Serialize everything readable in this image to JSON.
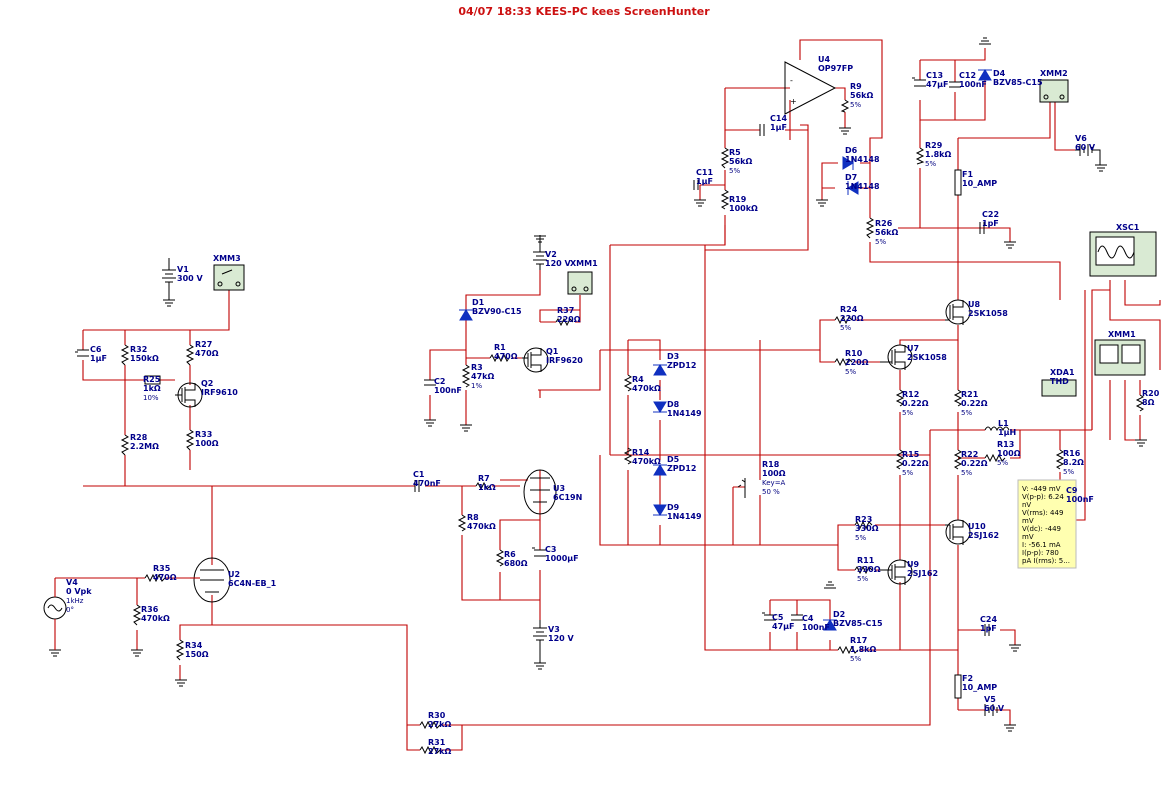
{
  "header": {
    "title": "04/07 18:33 KEES-PC kees ScreenHunter"
  },
  "components": [
    {
      "ref": "V1",
      "value": "300 V"
    },
    {
      "ref": "XMM3",
      "value": ""
    },
    {
      "ref": "C6",
      "value": "1µF"
    },
    {
      "ref": "R32",
      "value": "150kΩ"
    },
    {
      "ref": "R27",
      "value": "470Ω"
    },
    {
      "ref": "R25",
      "value": "1kΩ",
      "extra": "10%"
    },
    {
      "ref": "Q2",
      "value": "IRF9610"
    },
    {
      "ref": "R33",
      "value": "100Ω"
    },
    {
      "ref": "R28",
      "value": "2.2MΩ"
    },
    {
      "ref": "V4",
      "value": "0 Vpk",
      "extra": "1kHz",
      "extra2": "0°"
    },
    {
      "ref": "R35",
      "value": "470Ω"
    },
    {
      "ref": "R36",
      "value": "470kΩ"
    },
    {
      "ref": "U2",
      "value": "6C4N-EB_1"
    },
    {
      "ref": "R34",
      "value": "150Ω"
    },
    {
      "ref": "C1",
      "value": "470nF"
    },
    {
      "ref": "R7",
      "value": "1kΩ"
    },
    {
      "ref": "U3",
      "value": "6C19N"
    },
    {
      "ref": "R8",
      "value": "470kΩ"
    },
    {
      "ref": "R6",
      "value": "680Ω"
    },
    {
      "ref": "C3",
      "value": "1000µF"
    },
    {
      "ref": "V3",
      "value": "120 V"
    },
    {
      "ref": "V2",
      "value": "120 V"
    },
    {
      "ref": "XMM1",
      "value": ""
    },
    {
      "ref": "D1",
      "value": "BZV90-C15"
    },
    {
      "ref": "R37",
      "value": "220Ω"
    },
    {
      "ref": "R1",
      "value": "470Ω"
    },
    {
      "ref": "Q1",
      "value": "IRF9620"
    },
    {
      "ref": "R3",
      "value": "47kΩ",
      "extra": "1%"
    },
    {
      "ref": "C2",
      "value": "100nF"
    },
    {
      "ref": "R30",
      "value": "27kΩ"
    },
    {
      "ref": "R31",
      "value": "27kΩ"
    },
    {
      "ref": "U4",
      "value": "OP97FP"
    },
    {
      "ref": "R9",
      "value": "56kΩ",
      "extra": "5%"
    },
    {
      "ref": "C14",
      "value": "1µF"
    },
    {
      "ref": "R5",
      "value": "56kΩ",
      "extra": "5%"
    },
    {
      "ref": "C11",
      "value": "1µF"
    },
    {
      "ref": "R19",
      "value": "100kΩ"
    },
    {
      "ref": "D6",
      "value": "1N4148"
    },
    {
      "ref": "D7",
      "value": "1N4148"
    },
    {
      "ref": "R26",
      "value": "56kΩ",
      "extra": "5%"
    },
    {
      "ref": "C13",
      "value": "47µF"
    },
    {
      "ref": "C12",
      "value": "100nF"
    },
    {
      "ref": "D4",
      "value": "BZV85-C15"
    },
    {
      "ref": "R29",
      "value": "1.8kΩ",
      "extra": "5%"
    },
    {
      "ref": "XMM2",
      "value": ""
    },
    {
      "ref": "V6",
      "value": "60 V"
    },
    {
      "ref": "F1",
      "value": "10_AMP"
    },
    {
      "ref": "C22",
      "value": "1pF"
    },
    {
      "ref": "XSC1",
      "value": ""
    },
    {
      "ref": "R4",
      "value": "470kΩ"
    },
    {
      "ref": "D3",
      "value": "ZPD12"
    },
    {
      "ref": "D8",
      "value": "1N4149"
    },
    {
      "ref": "R14",
      "value": "470kΩ"
    },
    {
      "ref": "D5",
      "value": "ZPD12"
    },
    {
      "ref": "D9",
      "value": "1N4149"
    },
    {
      "ref": "R18",
      "value": "100Ω",
      "extra": "Key=A",
      "extra2": "50 %"
    },
    {
      "ref": "R24",
      "value": "220Ω",
      "extra": "5%"
    },
    {
      "ref": "R10",
      "value": "220Ω",
      "extra": "5%"
    },
    {
      "ref": "U8",
      "value": "2SK1058"
    },
    {
      "ref": "U7",
      "value": "2SK1058"
    },
    {
      "ref": "R12",
      "value": "0.22Ω",
      "extra": "5%"
    },
    {
      "ref": "R21",
      "value": "0.22Ω",
      "extra": "5%"
    },
    {
      "ref": "XMM1",
      "value": ""
    },
    {
      "ref": "XDA1",
      "value": "THD"
    },
    {
      "ref": "R20",
      "value": "8Ω"
    },
    {
      "ref": "L1",
      "value": "1µH"
    },
    {
      "ref": "R13",
      "value": "100Ω",
      "extra": "5%"
    },
    {
      "ref": "R16",
      "value": "8.2Ω",
      "extra": "5%"
    },
    {
      "ref": "C9",
      "value": "100nF"
    },
    {
      "ref": "R15",
      "value": "0.22Ω",
      "extra": "5%"
    },
    {
      "ref": "R22",
      "value": "0.22Ω",
      "extra": "5%"
    },
    {
      "ref": "R23",
      "value": "330Ω",
      "extra": "5%"
    },
    {
      "ref": "U10",
      "value": "2SJ162"
    },
    {
      "ref": "R11",
      "value": "330Ω",
      "extra": "5%"
    },
    {
      "ref": "U9",
      "value": "2SJ162"
    },
    {
      "ref": "C5",
      "value": "47µF"
    },
    {
      "ref": "C4",
      "value": "100nF"
    },
    {
      "ref": "D2",
      "value": "BZV85-C15"
    },
    {
      "ref": "R17",
      "value": "1.8kΩ",
      "extra": "5%"
    },
    {
      "ref": "C24",
      "value": "1pF"
    },
    {
      "ref": "F2",
      "value": "10_AMP"
    },
    {
      "ref": "V5",
      "value": "60 V"
    }
  ],
  "probe": {
    "lines": [
      "V: -449 mV",
      "V(p-p): 6.24",
      "nV",
      "V(rms): 449",
      "mV",
      "V(dc): -449",
      "mV",
      "I: -56.1 mA",
      "I(p-p): 780",
      "pA I(rms): 5..."
    ]
  }
}
